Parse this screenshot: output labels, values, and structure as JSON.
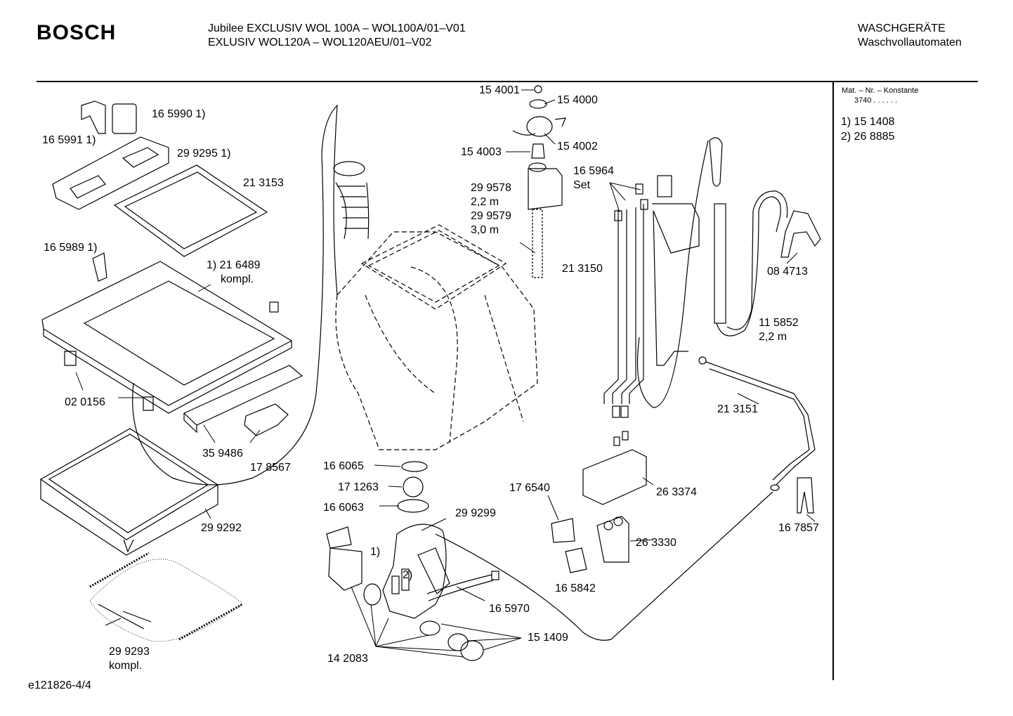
{
  "header": {
    "brand": "BOSCH",
    "model_line_1": "Jubilee EXCLUSIV WOL 100A – WOL100A/01–V01",
    "model_line_2": "EXLUSIV WOL120A – WOL120AEU/01–V02",
    "category_1": "WASCHGERÄTE",
    "category_2": "Waschvollautomaten"
  },
  "sidebar": {
    "constant_heading": "Mat. – Nr. – Konstante",
    "constant_value": "3740 . . . . . .",
    "notes": [
      "1)  15 1408",
      "2)  26 8885"
    ]
  },
  "footer": {
    "reference": "e121826-4/4"
  },
  "parts": [
    {
      "id": "p1",
      "lines": [
        "16 5990 1)"
      ]
    },
    {
      "id": "p2",
      "lines": [
        "16 5991 1)"
      ]
    },
    {
      "id": "p3",
      "lines": [
        "29 9295 1)"
      ]
    },
    {
      "id": "p4",
      "lines": [
        "21 3153"
      ]
    },
    {
      "id": "p5",
      "lines": [
        "16 5989 1)"
      ]
    },
    {
      "id": "p6",
      "lines": [
        "1) 21 6489",
        "kompl."
      ]
    },
    {
      "id": "p7",
      "lines": [
        "02 0156"
      ]
    },
    {
      "id": "p8",
      "lines": [
        "35 9486"
      ]
    },
    {
      "id": "p9",
      "lines": [
        "17 8567"
      ]
    },
    {
      "id": "p10",
      "lines": [
        "29 9292"
      ]
    },
    {
      "id": "p11",
      "lines": [
        "29 9293",
        "kompl."
      ]
    },
    {
      "id": "p12",
      "lines": [
        "15 4001"
      ]
    },
    {
      "id": "p13",
      "lines": [
        "15 4000"
      ]
    },
    {
      "id": "p14",
      "lines": [
        "15 4003"
      ]
    },
    {
      "id": "p15",
      "lines": [
        "15 4002"
      ]
    },
    {
      "id": "p16",
      "lines": [
        "29 9578",
        "2,2 m",
        "29 9579",
        "3,0 m"
      ]
    },
    {
      "id": "p17",
      "lines": [
        "16 5964",
        "Set"
      ]
    },
    {
      "id": "p18",
      "lines": [
        "21 3150"
      ]
    },
    {
      "id": "p19",
      "lines": [
        "08 4713"
      ]
    },
    {
      "id": "p20",
      "lines": [
        "11 5852",
        "2,2 m"
      ]
    },
    {
      "id": "p21",
      "lines": [
        "21 3151"
      ]
    },
    {
      "id": "p22",
      "lines": [
        "16 6065"
      ]
    },
    {
      "id": "p23",
      "lines": [
        "17 1263"
      ]
    },
    {
      "id": "p24",
      "lines": [
        "16 6063"
      ]
    },
    {
      "id": "p25",
      "lines": [
        "29 9299"
      ]
    },
    {
      "id": "p26",
      "lines": [
        "17 6540"
      ]
    },
    {
      "id": "p27",
      "lines": [
        "26 3374"
      ]
    },
    {
      "id": "p28",
      "lines": [
        "26 3330"
      ]
    },
    {
      "id": "p29",
      "lines": [
        "16 7857"
      ]
    },
    {
      "id": "p30",
      "lines": [
        "16 5842"
      ]
    },
    {
      "id": "p31",
      "lines": [
        "16 5970"
      ]
    },
    {
      "id": "p32",
      "lines": [
        "15 1409"
      ]
    },
    {
      "id": "p33",
      "lines": [
        "14 2083"
      ]
    },
    {
      "id": "p34",
      "lines": [
        "1)"
      ]
    },
    {
      "id": "p35",
      "lines": [
        "2)"
      ]
    }
  ]
}
